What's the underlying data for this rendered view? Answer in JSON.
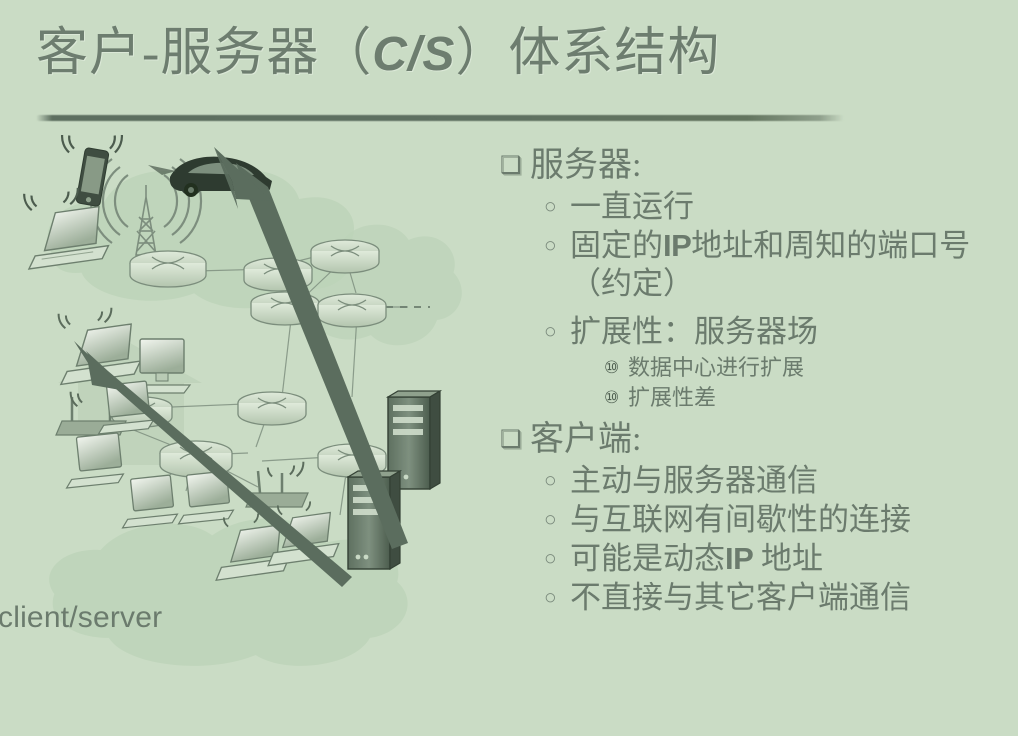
{
  "slide": {
    "title_main_1": "客户-服务器（",
    "title_cs": "C/S",
    "title_main_2": "）体系结构",
    "title_plain": "客户-服务器（C/S）体系结构",
    "background_color": "#cadcc5",
    "text_color": "#6b7b6d",
    "accent_color": "#5d6f60"
  },
  "content": {
    "items": [
      {
        "level": 1,
        "bullet": "square-bullet",
        "bullet_glyph": "❑",
        "text": "服务器:"
      },
      {
        "level": 2,
        "bullet": "circle-bullet",
        "bullet_glyph": "○",
        "text": "一直运行"
      },
      {
        "level": 2,
        "bullet": "circle-bullet",
        "bullet_glyph": "○",
        "text_pre": "固定的",
        "text_mono": "IP",
        "text_post": "地址和周知的端口号（约定）"
      },
      {
        "level": 2,
        "bullet": "circle-bullet",
        "bullet_glyph": "○",
        "text": "扩展性：服务器场"
      },
      {
        "level": 3,
        "bullet": "circled-ten-bullet",
        "bullet_glyph": "⑩",
        "text": "数据中心进行扩展"
      },
      {
        "level": 3,
        "bullet": "circled-ten-bullet",
        "bullet_glyph": "⑩",
        "text": "扩展性差"
      },
      {
        "level": 1,
        "bullet": "square-bullet",
        "bullet_glyph": "❑",
        "text": "客户端:"
      },
      {
        "level": 2,
        "bullet": "circle-bullet",
        "bullet_glyph": "○",
        "text": "主动与服务器通信"
      },
      {
        "level": 2,
        "bullet": "circle-bullet",
        "bullet_glyph": "○",
        "text": "与互联网有间歇性的连接"
      },
      {
        "level": 2,
        "bullet": "circle-bullet",
        "bullet_glyph": "○",
        "text_pre": "可能是动态",
        "text_mono": "IP",
        "text_post": " 地址"
      },
      {
        "level": 2,
        "bullet": "circle-bullet",
        "bullet_glyph": "○",
        "text": "不直接与其它客户端通信"
      }
    ]
  },
  "diagram": {
    "caption": "client/server",
    "clouds": [
      {
        "name": "mobile-wireless-network",
        "nodes": [
          "smartphone",
          "laptop",
          "cell-tower",
          "car",
          "router"
        ]
      },
      {
        "name": "core-network",
        "nodes": [
          "router",
          "router",
          "router",
          "router"
        ]
      },
      {
        "name": "home-network",
        "nodes": [
          "laptop",
          "desktop",
          "wireless-router",
          "router"
        ]
      },
      {
        "name": "institutional-network",
        "nodes": [
          "desktop",
          "desktop",
          "desktop",
          "desktop",
          "laptop",
          "laptop",
          "wireless-router",
          "router",
          "router",
          "router",
          "server-tower",
          "server-tower"
        ]
      }
    ],
    "arrows": [
      {
        "name": "arrow-server-to-car",
        "from": "server-tower",
        "to": "car"
      },
      {
        "name": "arrow-server-to-home-laptop",
        "from": "server-tower",
        "to": "home-laptop"
      }
    ]
  }
}
